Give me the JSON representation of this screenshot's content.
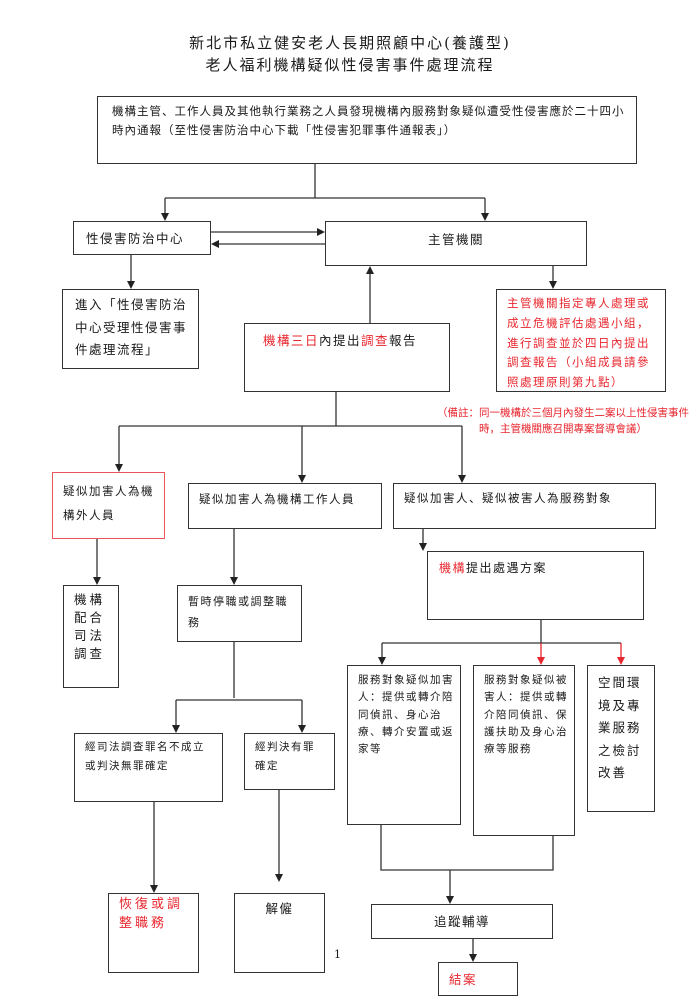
{
  "title": {
    "line1": "新北市私立健安老人長期照顧中心(養護型)",
    "line2": "老人福利機構疑似性侵害事件處理流程"
  },
  "nodes": {
    "report": "機構主管、工作人員及其他執行業務之人員發現機構內服務對象疑似遭受性侵害應於二十四小時內通報（至性侵害防治中心下載「性侵害犯罪事件通報表」）",
    "prevention_center": "性侵害防治中心",
    "authority": "主管機關",
    "enter_process": "進入「性侵害防治中心受理性侵害事件處理流程」",
    "authority_assign": "主管機關指定專人處理或成立危機評估處遇小組，進行調查並於四日內提出調查報告（小組成員請參照處理原則第九點）",
    "investigation_report": {
      "red1": "機構三日",
      "black1": "內提出",
      "red2": "調查",
      "black2": "報告"
    },
    "note": "（備註：同一機構於三個月內發生二案以上性侵害事件時，主管機關應召開專案督導會議）",
    "suspect_outsider": "疑似加害人為機構外人員",
    "suspect_staff": "疑似加害人為機構工作人員",
    "suspect_client": "疑似加害人、疑似被害人為服務對象",
    "cooperate_judicial": "機構配合司法調查",
    "suspend": "暫時停職或調整職務",
    "treatment_plan": {
      "red": "機構",
      "black": "提出處遇方案"
    },
    "not_guilty": "經司法調查罪名不成立或判決無罪確定",
    "guilty": "經判決有罪確定",
    "offender_service": "服務對象疑似加害人：提供或轉介陪同偵訊、身心治療、轉介安置或返家等",
    "victim_service": "服務對象疑似被害人：提供或轉介陪同偵訊、保護扶助及身心治療等服務",
    "environment_review": "空間環境及專業服務之檢討改善",
    "restore": "恢復或調整職務",
    "dismiss": "解僱",
    "follow_up": "追蹤輔導",
    "close_case": "結案"
  },
  "page_number": "1",
  "colors": {
    "accent_red": "#e8262e",
    "line": "#333333"
  }
}
